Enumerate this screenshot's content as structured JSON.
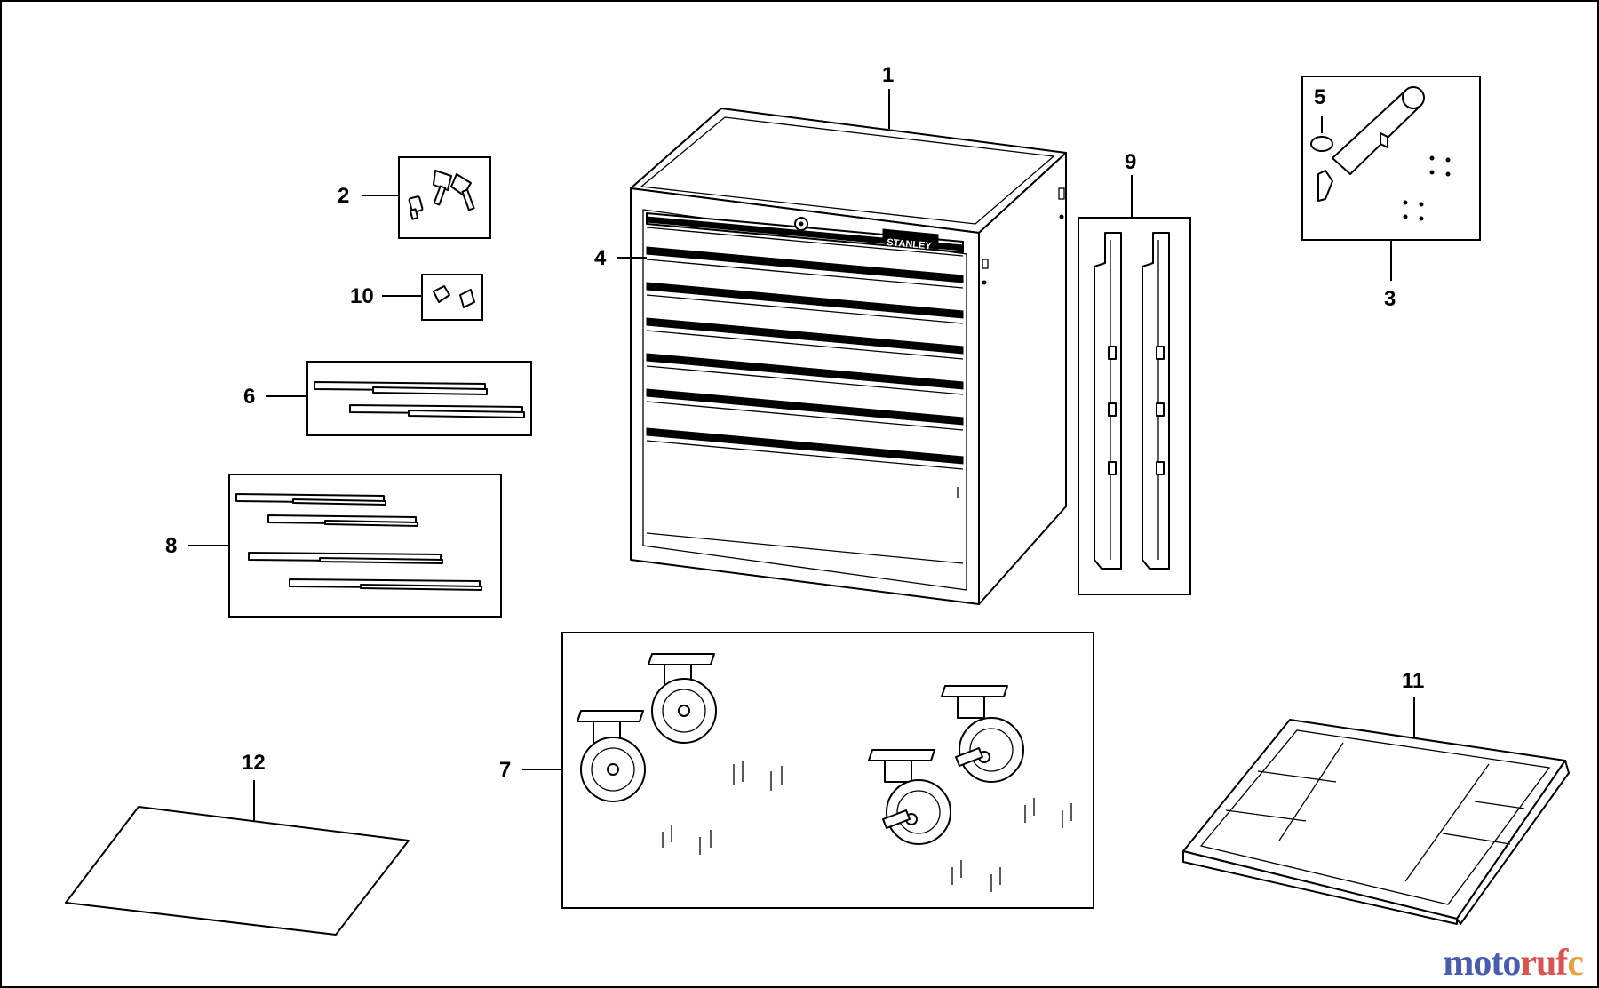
{
  "diagram": {
    "labels": {
      "l1": "1",
      "l2": "2",
      "l3": "3",
      "l4": "4",
      "l5": "5",
      "l6": "6",
      "l7": "7",
      "l8": "8",
      "l9": "9",
      "l10": "10",
      "l11": "11",
      "l12": "12"
    },
    "brand_plate": "STANLEY"
  },
  "watermark": {
    "part1": "moto",
    "part2": "ruf",
    "part3": "c"
  }
}
